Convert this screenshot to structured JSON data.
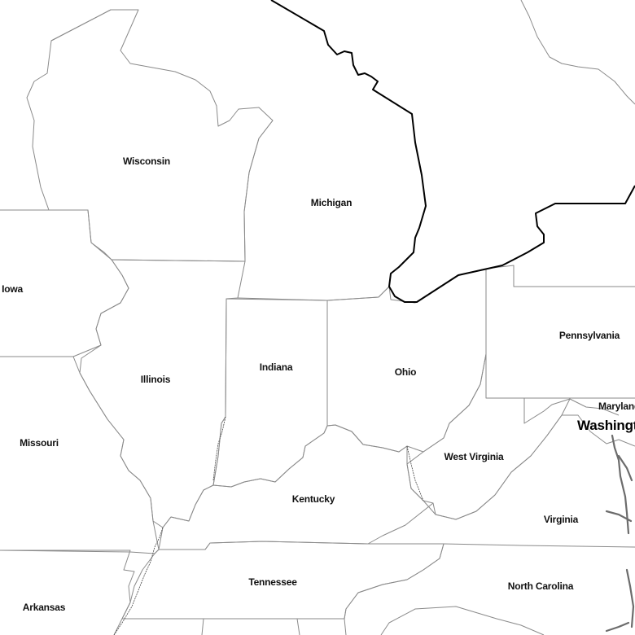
{
  "map": {
    "states": {
      "wisconsin": "Wisconsin",
      "michigan": "Michigan",
      "iowa": "Iowa",
      "illinois": "Illinois",
      "indiana": "Indiana",
      "ohio": "Ohio",
      "pennsylvania": "Pennsylvania",
      "maryland": "Maryland",
      "missouri": "Missouri",
      "west_virginia": "West Virginia",
      "kentucky": "Kentucky",
      "virginia": "Virginia",
      "tennessee": "Tennessee",
      "north_carolina": "North Carolina",
      "arkansas": "Arkansas"
    },
    "cities": {
      "washington": "Washington"
    },
    "colors": {
      "background": "#ffffff",
      "state_border": "#8a8a8a",
      "international_border": "#000000",
      "label_text": "#111111"
    }
  }
}
